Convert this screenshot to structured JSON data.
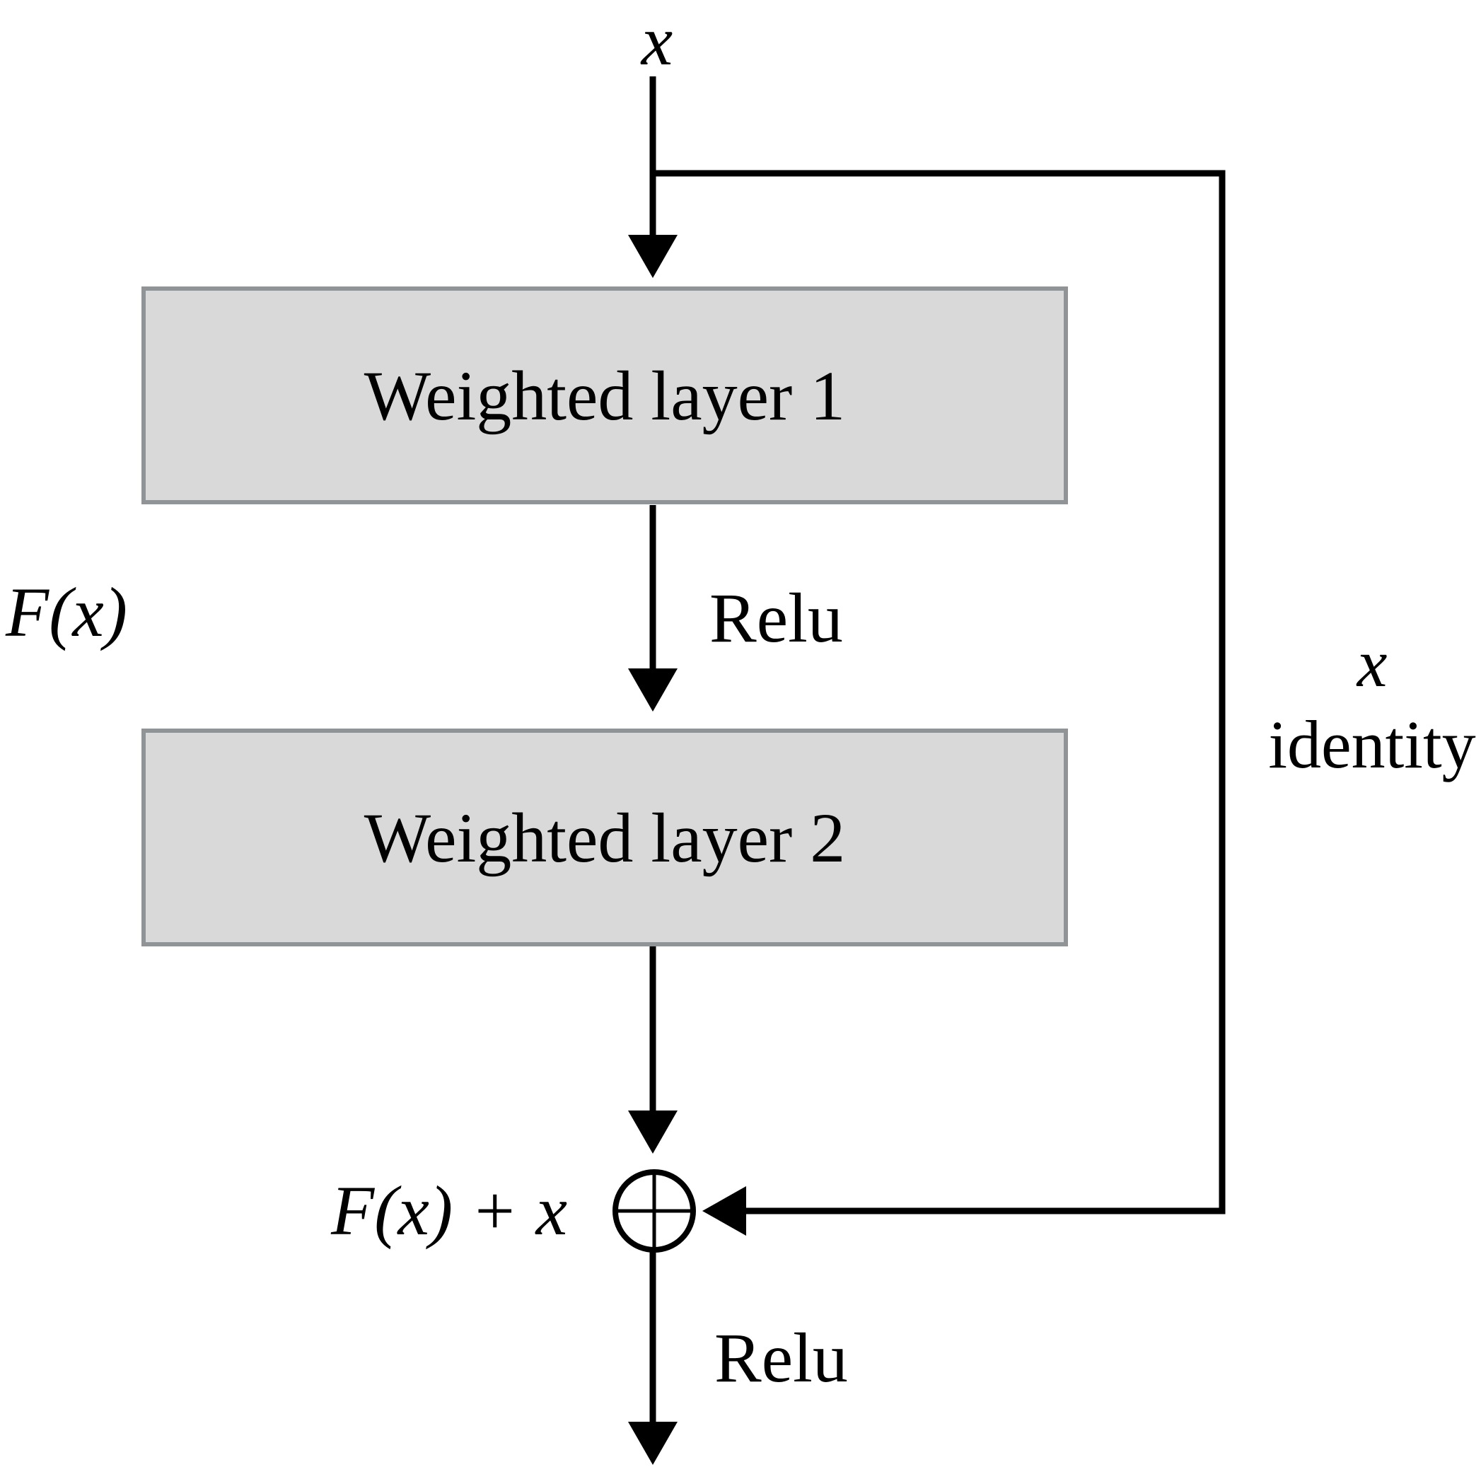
{
  "labels": {
    "input": "x",
    "layer1": "Weighted layer 1",
    "layer2": "Weighted layer 2",
    "relu_mid": "Relu",
    "relu_out": "Relu",
    "fx": "F(x)",
    "fx_plus_x": "F(x) + x",
    "identity_x": "x",
    "identity_word": "identity"
  },
  "colors": {
    "background": "#ffffff",
    "line": "#000000",
    "box_fill": "#d9d9d9",
    "box_border": "#909497",
    "text": "#000000"
  }
}
